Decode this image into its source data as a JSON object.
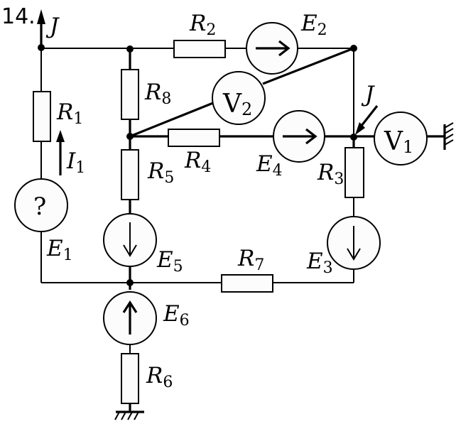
{
  "problem_number": "14.",
  "components": {
    "R1": {
      "letter": "R",
      "sub": "1"
    },
    "R2": {
      "letter": "R",
      "sub": "2"
    },
    "R3": {
      "letter": "R",
      "sub": "3"
    },
    "R4": {
      "letter": "R",
      "sub": "4"
    },
    "R5": {
      "letter": "R",
      "sub": "5"
    },
    "R6": {
      "letter": "R",
      "sub": "6"
    },
    "R7": {
      "letter": "R",
      "sub": "7"
    },
    "R8": {
      "letter": "R",
      "sub": "8"
    },
    "E1": {
      "letter": "E",
      "sub": "1",
      "symbol": "?"
    },
    "E2": {
      "letter": "E",
      "sub": "2",
      "direction": "right"
    },
    "E3": {
      "letter": "E",
      "sub": "3",
      "direction": "down"
    },
    "E4": {
      "letter": "E",
      "sub": "4",
      "direction": "right"
    },
    "E5": {
      "letter": "E",
      "sub": "5",
      "direction": "down"
    },
    "E6": {
      "letter": "E",
      "sub": "6",
      "direction": "up"
    },
    "V1": {
      "letter": "V",
      "sub": "1"
    },
    "V2": {
      "letter": "V",
      "sub": "2"
    },
    "I1": {
      "letter": "I",
      "sub": "1",
      "direction": "up"
    },
    "J_top": {
      "letter": "J",
      "direction": "up"
    },
    "J_right": {
      "letter": "J",
      "direction": "down-left"
    }
  },
  "icons": {
    "ground": "ground-icon",
    "arrow": "arrow-icon"
  }
}
